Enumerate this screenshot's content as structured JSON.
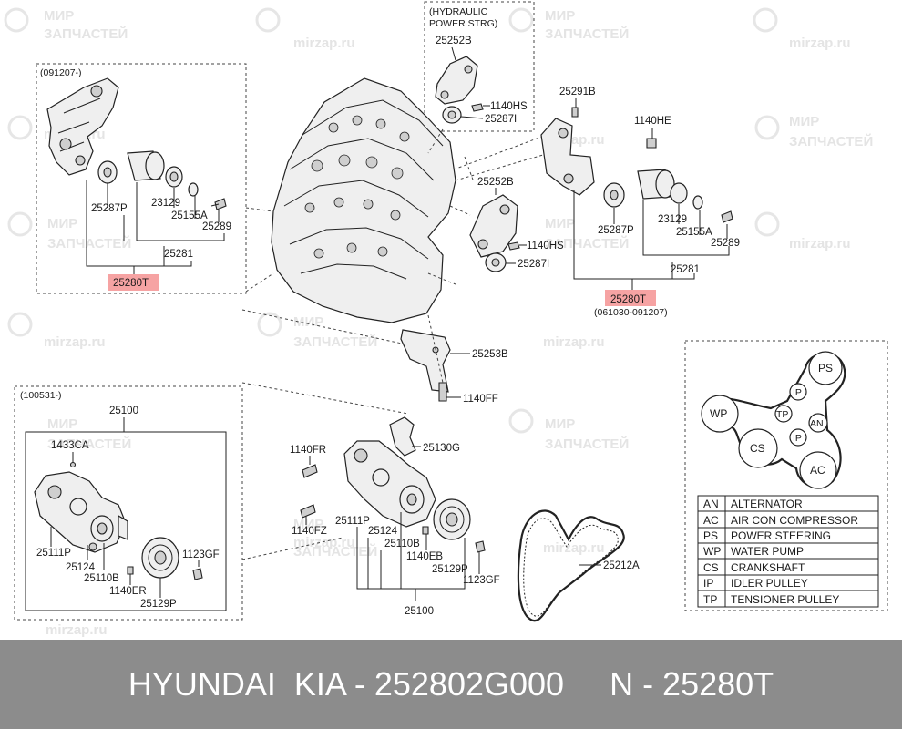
{
  "watermark": {
    "line1": "МИР",
    "line2": "ЗАПЧАСТЕЙ",
    "url": "mirzap.ru"
  },
  "group_tl": {
    "date": "(091207-)",
    "p25287p": "25287P",
    "p23129": "23129",
    "p25155a": "25155A",
    "p25289": "25289",
    "p25281": "25281",
    "p25280t": "25280T"
  },
  "group_hyd": {
    "title1": "(HYDRAULIC",
    "title2": "POWER STRG)",
    "p25252b": "25252B",
    "p1140hs": "1140HS",
    "p25287i": "25287I"
  },
  "engine": {
    "p25252b": "25252B",
    "p1140hs": "1140HS",
    "p25287i": "25287I",
    "p25253b": "25253B",
    "p1140ff": "1140FF"
  },
  "group_tr": {
    "p25291b": "25291B",
    "p1140he": "1140HE",
    "p25287p": "25287P",
    "p23129": "23129",
    "p25155a": "25155A",
    "p25289": "25289",
    "p25281": "25281",
    "p25280t": "25280T",
    "date": "(061030-091207)"
  },
  "group_bl": {
    "date": "(100531-)",
    "p25100": "25100",
    "p1433ca": "1433CA",
    "p25111p": "25111P",
    "p25124": "25124",
    "p25110b": "25110B",
    "p1140er": "1140ER",
    "p25129p": "25129P",
    "p1123gf": "1123GF"
  },
  "group_bm": {
    "p25130g": "25130G",
    "p1140fr": "1140FR",
    "p1140fz": "1140FZ",
    "p25111p": "25111P",
    "p25124": "25124",
    "p25110b": "25110B",
    "p1140eb": "1140EB",
    "p25129p": "25129P",
    "p1123gf": "1123GF",
    "p25100": "25100",
    "p25212a": "25212A"
  },
  "belt_diagram": {
    "pulleys": {
      "ps": "PS",
      "ip": "IP",
      "wp": "WP",
      "tp": "TP",
      "an": "AN",
      "cs": "CS",
      "ac": "AC"
    },
    "legend": [
      {
        "code": "AN",
        "desc": "ALTERNATOR"
      },
      {
        "code": "AC",
        "desc": "AIR CON COMPRESSOR"
      },
      {
        "code": "PS",
        "desc": "POWER STEERING"
      },
      {
        "code": "WP",
        "desc": "WATER PUMP"
      },
      {
        "code": "CS",
        "desc": "CRANKSHAFT"
      },
      {
        "code": "IP",
        "desc": "IDLER PULLEY"
      },
      {
        "code": "TP",
        "desc": "TENSIONER PULLEY"
      }
    ]
  },
  "footer": {
    "text": "HYUNDAI  KIA - 252802G000     N - 25280T"
  },
  "colors": {
    "highlight": "#f6a3a3",
    "footer_bg": "#8c8c8c",
    "watermark": "#e4e4e4"
  }
}
